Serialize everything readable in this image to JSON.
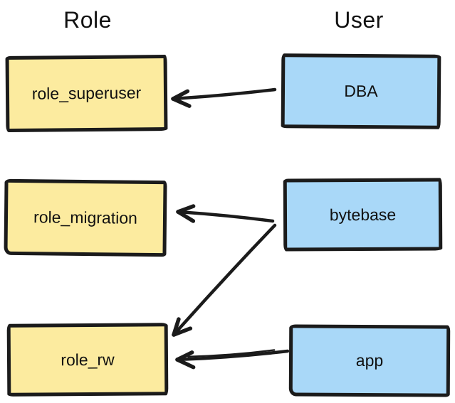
{
  "columns": {
    "role": "Role",
    "user": "User"
  },
  "nodes": {
    "role_superuser": {
      "label": "role_superuser",
      "type": "role"
    },
    "role_migration": {
      "label": "role_migration",
      "type": "role"
    },
    "role_rw": {
      "label": "role_rw",
      "type": "role"
    },
    "dba": {
      "label": "DBA",
      "type": "user"
    },
    "bytebase": {
      "label": "bytebase",
      "type": "user"
    },
    "app": {
      "label": "app",
      "type": "user"
    }
  },
  "edges": [
    {
      "from": "dba",
      "to": "role_superuser"
    },
    {
      "from": "bytebase",
      "to": "role_migration"
    },
    {
      "from": "bytebase",
      "to": "role_rw"
    },
    {
      "from": "app",
      "to": "role_rw"
    }
  ],
  "colors": {
    "role_fill": "#fceb9f",
    "user_fill": "#a9d8f8",
    "stroke": "#1b1b1b",
    "background": "#ffffff"
  }
}
